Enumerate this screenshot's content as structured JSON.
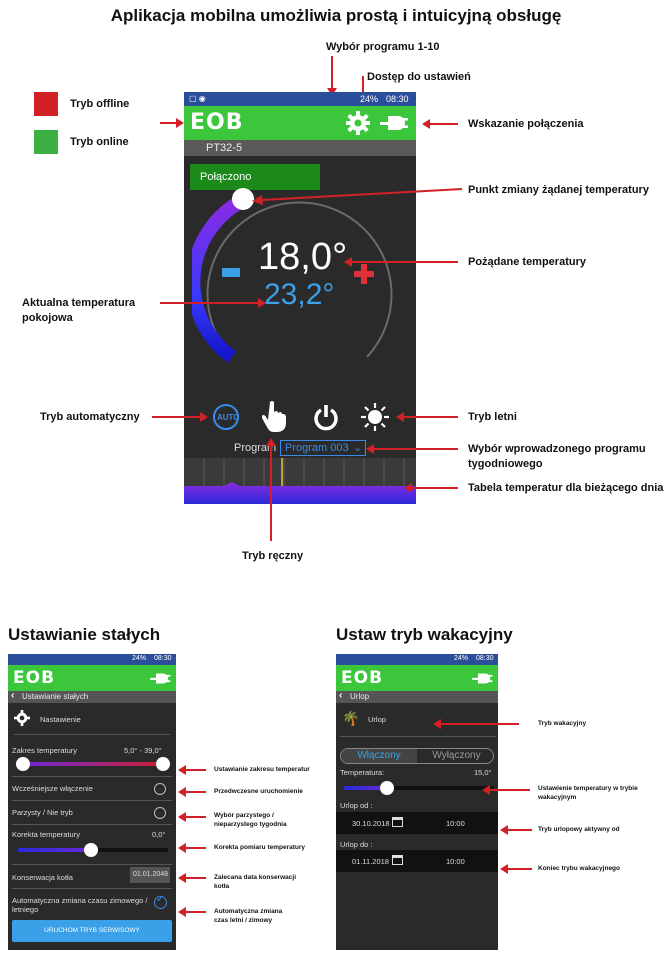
{
  "title": "Aplikacja mobilna umożliwia prostą i intuicyjną obsługę",
  "legend": {
    "offline_label": "Tryb offline",
    "online_label": "Tryb online",
    "offline_color": "#d32027",
    "online_color": "#3cb043"
  },
  "callouts": {
    "program_select_top": "Wybór programu 1-10",
    "settings_access": "Dostęp do ustawień",
    "connection": "Wskazanie połączenia",
    "setpoint_point": "Punkt zmiany żądanej temperatury",
    "desired_temp": "Pożądane temperatury",
    "current_temp_1": "Aktualna temperatura",
    "current_temp_2": "pokojowa",
    "auto_mode": "Tryb automatyczny",
    "summer_mode": "Tryb letni",
    "weekly_program_1": "Wybór wprowadzonego programu",
    "weekly_program_2": "tygodniowego",
    "temp_table": "Tabela temperatur dla bieżącego dnia",
    "manual_mode": "Tryb ręczny"
  },
  "main_phone": {
    "status_battery": "24%",
    "status_time": "08:30",
    "logo": "EOB",
    "device_name": "PT32-5",
    "connection_label": "Połączono",
    "desired_temp": "18,0°",
    "current_temp": "23,2°",
    "minus": "−",
    "plus": "+",
    "auto_label": "AUTO",
    "program_label": "Program",
    "program_value": "Program 003"
  },
  "section_fixed": {
    "title": "Ustawianie stałych",
    "status_battery": "24%",
    "status_time": "08:30",
    "logo": "EOB",
    "back_title": "Ustawianie stałych",
    "settings_header": "Nastawienie",
    "temp_range_label": "Zakres temperatury",
    "temp_range_value": "5,0° -  39,0°",
    "early_start_label": "Wcześniejsze włączenie",
    "even_odd_label": "Parzysty / Nie tryb",
    "temp_correction_label": "Korekta temperatury",
    "temp_correction_value": "0,0°",
    "maintenance_label": "Konserwacja kotła",
    "maintenance_date": "01.01.2048",
    "dst_label_1": "Automatyczna zmiana czasu zimowego /",
    "dst_label_2": "letniego",
    "service_button": "URUCHOM TRYB SERWISOWY",
    "callouts": {
      "range": "Ustawianie zakresu temperatur",
      "early": "Przedwczesne uruchomienie",
      "weeks_1": "Wybór parzystego /",
      "weeks_2": "nieparzystego tygodnia",
      "correction": "Korekta pomiaru temperatury",
      "maintenance_1": "Zalecana data konserwacji",
      "maintenance_2": "kotła",
      "dst_1": "Automatyczna zmiana",
      "dst_2": "czas letni / zimowy"
    }
  },
  "section_vacation": {
    "title": "Ustaw tryb wakacyjny",
    "status_battery": "24%",
    "status_time": "08:30",
    "logo": "EOB",
    "back_title": "Urlop",
    "header": "Urlop",
    "on_label": "Włączony",
    "off_label": "Wyłączony",
    "temperature_label": "Temperatura:",
    "temperature_value": "15,0°",
    "from_label": "Urlop od :",
    "from_date": "30.10.2018",
    "from_time": "10:00",
    "to_label": "Urlop do :",
    "to_date": "01.11.2018",
    "to_time": "10:00",
    "callouts": {
      "vacation_mode": "Tryb wakacyjny",
      "temp_1": "Ustawienie temperatury w trybie",
      "temp_2": "wakacyjnym",
      "active_from": "Tryb urlopowy aktywny od",
      "end": "Koniec trybu wakacyjnego"
    }
  }
}
